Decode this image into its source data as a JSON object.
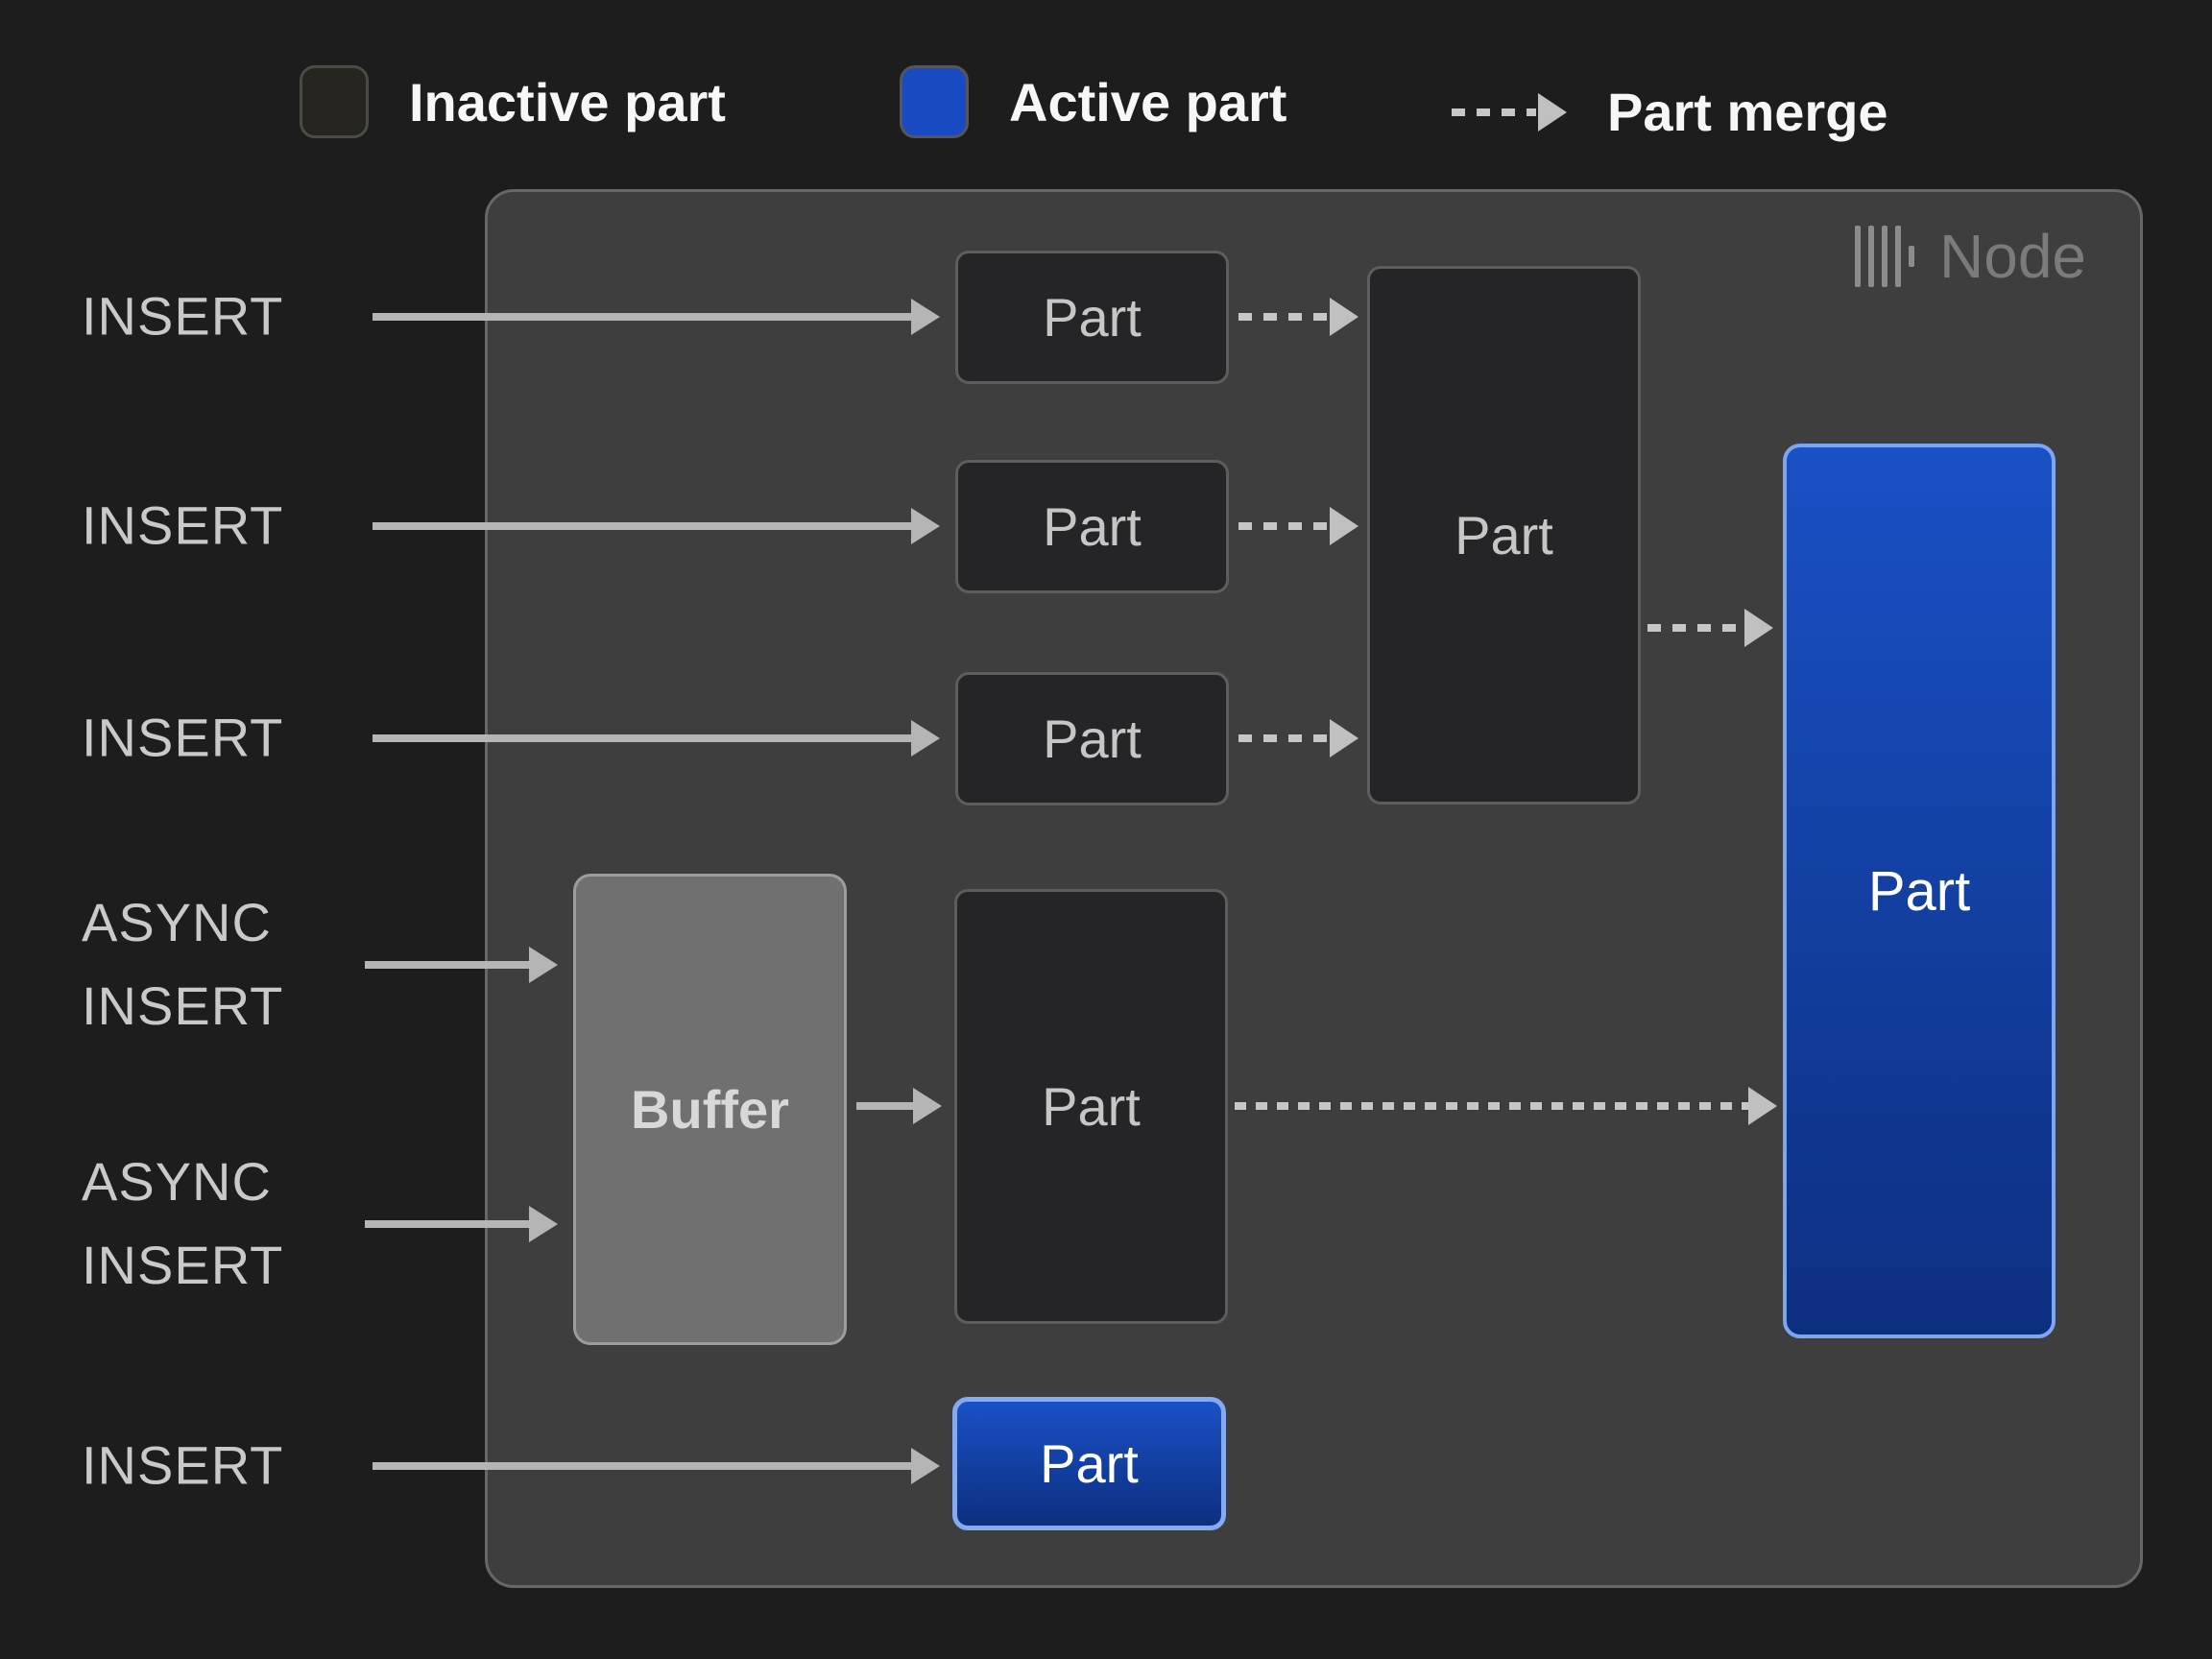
{
  "colors": {
    "background": "#1d1d1e",
    "node_background": "#3e3e3f",
    "inactive_part_fill": "#252527",
    "inactive_part_border": "#5d5d5d",
    "active_blue_top": "#1a51c6",
    "active_blue_bottom": "#0d2f80",
    "active_blue_border": "#7ea6f0",
    "buffer_fill": "#707070",
    "arrow_gray": "#b5b5b5",
    "dash_gray": "#c6c6c6"
  },
  "legend": {
    "inactive_label": "Inactive part",
    "active_label": "Active part",
    "merge_label": "Part merge"
  },
  "node": {
    "title": "Node",
    "logo": "clickhouse-bars-logo"
  },
  "io_labels": {
    "insert_1": "INSERT",
    "insert_2": "INSERT",
    "insert_3": "INSERT",
    "async_1": {
      "line1": "ASYNC",
      "line2": "INSERT"
    },
    "async_2": {
      "line1": "ASYNC",
      "line2": "INSERT"
    },
    "insert_4": "INSERT"
  },
  "boxes": {
    "part_small_1": "Part",
    "part_small_2": "Part",
    "part_small_3": "Part",
    "part_merged": "Part",
    "buffer": "Buffer",
    "part_from_buffer": "Part",
    "part_active_main": "Part",
    "part_active_new": "Part"
  }
}
